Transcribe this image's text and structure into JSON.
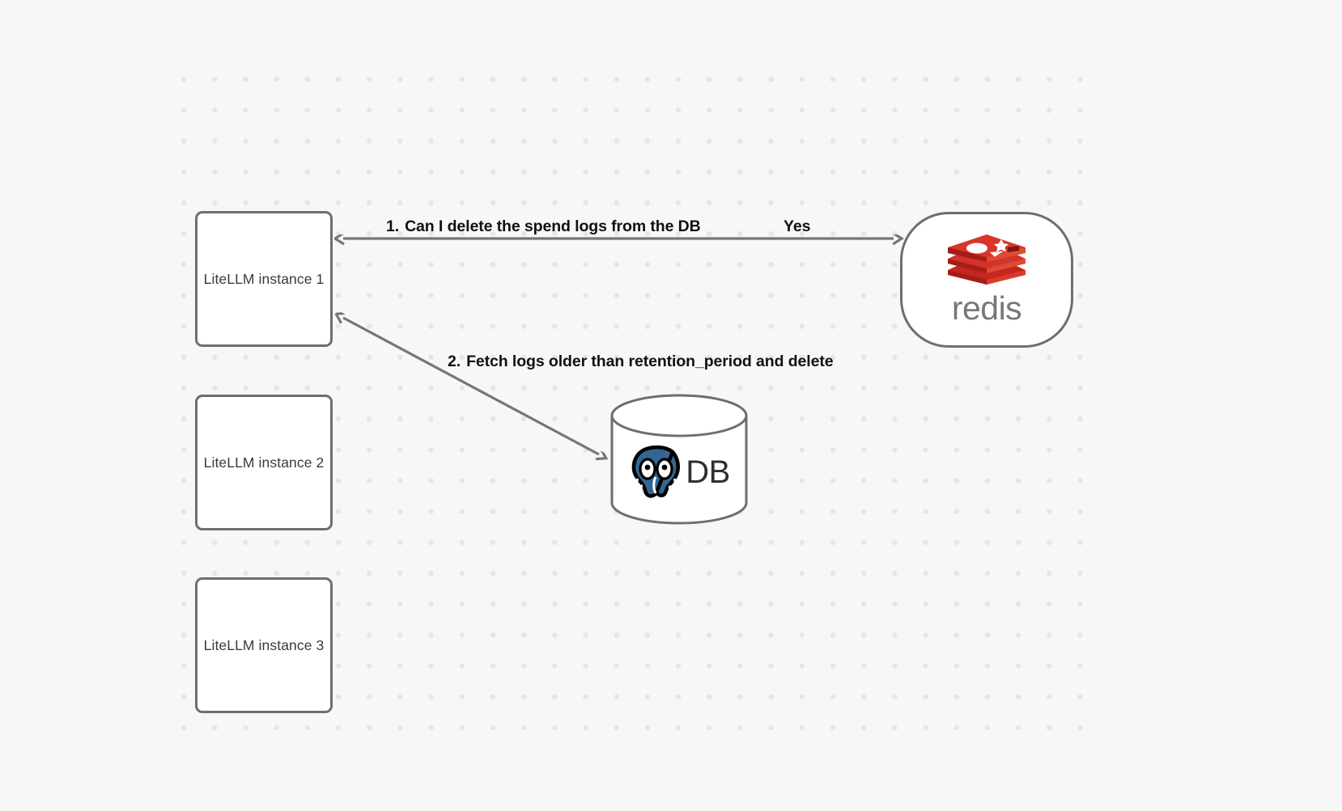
{
  "canvas": {
    "background_color": "#f7f7f7",
    "grid_dot_color": "#e6e6e6"
  },
  "nodes": [
    {
      "id": "litellm-1",
      "label": "LiteLLM instance 1"
    },
    {
      "id": "litellm-2",
      "label": "LiteLLM instance 2"
    },
    {
      "id": "litellm-3",
      "label": "LiteLLM instance 3"
    },
    {
      "id": "redis",
      "label": "redis",
      "logo": "redis-logo",
      "color": "#d82c20"
    },
    {
      "id": "db",
      "label": "DB",
      "logo": "postgresql-elephant-logo",
      "color": "#336791"
    }
  ],
  "edges": [
    {
      "id": "edge-1",
      "label": "Can I delete the spend logs from the DB",
      "number": "1.",
      "reply_label": "Yes",
      "from": "litellm-1",
      "to": "redis"
    },
    {
      "id": "edge-2",
      "label": "Fetch logs older than retention_period and delete",
      "number": "2.",
      "from": "litellm-1",
      "to": "db"
    }
  ]
}
